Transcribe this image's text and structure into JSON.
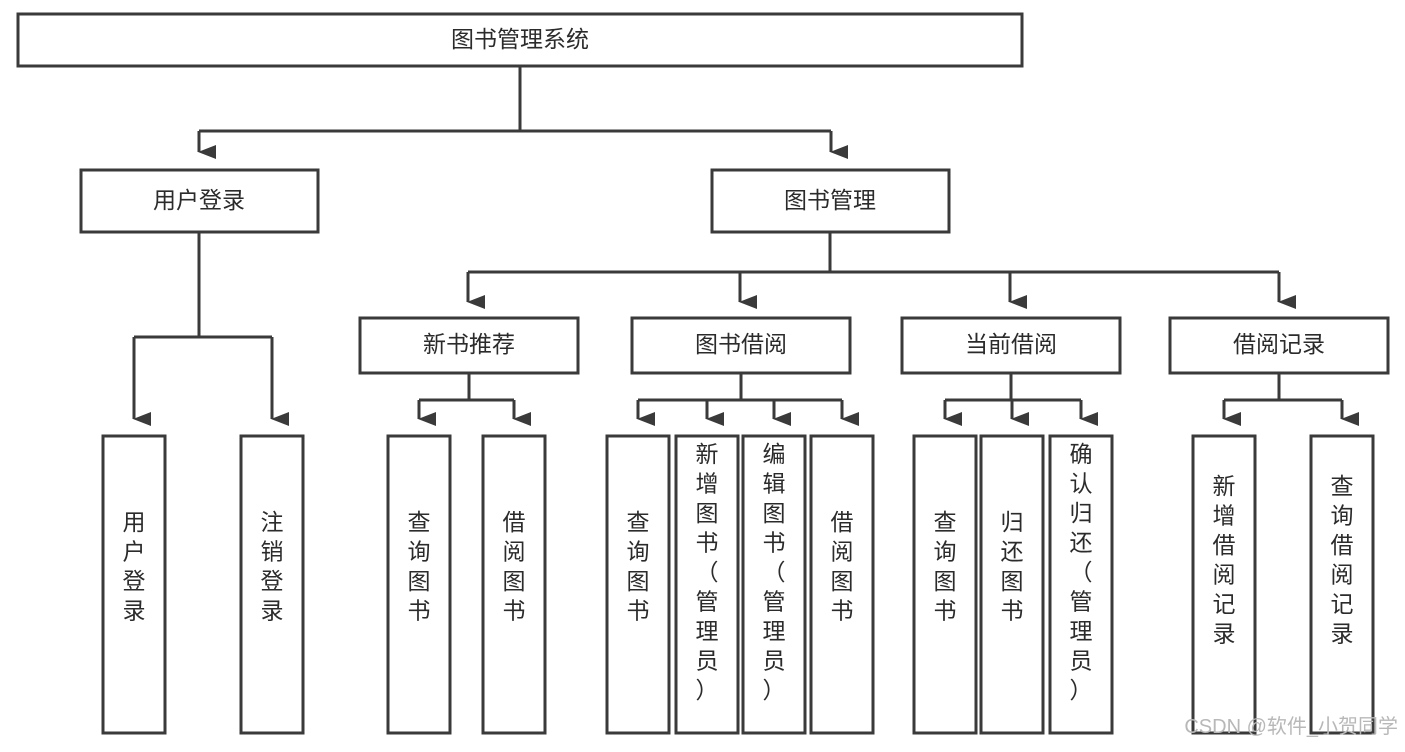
{
  "diagram": {
    "type": "tree-hierarchy",
    "title": "图书管理系统",
    "root": {
      "id": "root",
      "label": "图书管理系统"
    },
    "level2": [
      {
        "id": "user-login",
        "label": "用户登录"
      },
      {
        "id": "book-management",
        "label": "图书管理"
      }
    ],
    "level3": [
      {
        "id": "new-book-recommend",
        "label": "新书推荐",
        "parent": "book-management"
      },
      {
        "id": "book-borrow",
        "label": "图书借阅",
        "parent": "book-management"
      },
      {
        "id": "current-borrow",
        "label": "当前借阅",
        "parent": "book-management"
      },
      {
        "id": "borrow-record",
        "label": "借阅记录",
        "parent": "book-management"
      }
    ],
    "leaves": {
      "user-login": [
        {
          "id": "leaf-user-login",
          "label": "用户登录"
        },
        {
          "id": "leaf-logout-login",
          "label": "注销登录"
        }
      ],
      "new-book-recommend": [
        {
          "id": "leaf-query-book-1",
          "label": "查询图书"
        },
        {
          "id": "leaf-borrow-book-1",
          "label": "借阅图书"
        }
      ],
      "book-borrow": [
        {
          "id": "leaf-query-book-2",
          "label": "查询图书"
        },
        {
          "id": "leaf-add-book",
          "label": "新增图书（管理员）"
        },
        {
          "id": "leaf-edit-book",
          "label": "编辑图书（管理员）"
        },
        {
          "id": "leaf-borrow-book-2",
          "label": "借阅图书"
        }
      ],
      "current-borrow": [
        {
          "id": "leaf-query-book-3",
          "label": "查询图书"
        },
        {
          "id": "leaf-return-book",
          "label": "归还图书"
        },
        {
          "id": "leaf-confirm-return",
          "label": "确认归还（管理员）"
        }
      ],
      "borrow-record": [
        {
          "id": "leaf-add-record",
          "label": "新增借阅记录"
        },
        {
          "id": "leaf-query-record",
          "label": "查询借阅记录"
        }
      ]
    }
  },
  "watermark": {
    "text": "CSDN @软件_小贺同学"
  },
  "colors": {
    "stroke": "#3a3a3a",
    "box_fill": "#ffffff",
    "text": "#2b2b2b",
    "background": "#ffffff",
    "watermark": "#b8b8b8"
  }
}
